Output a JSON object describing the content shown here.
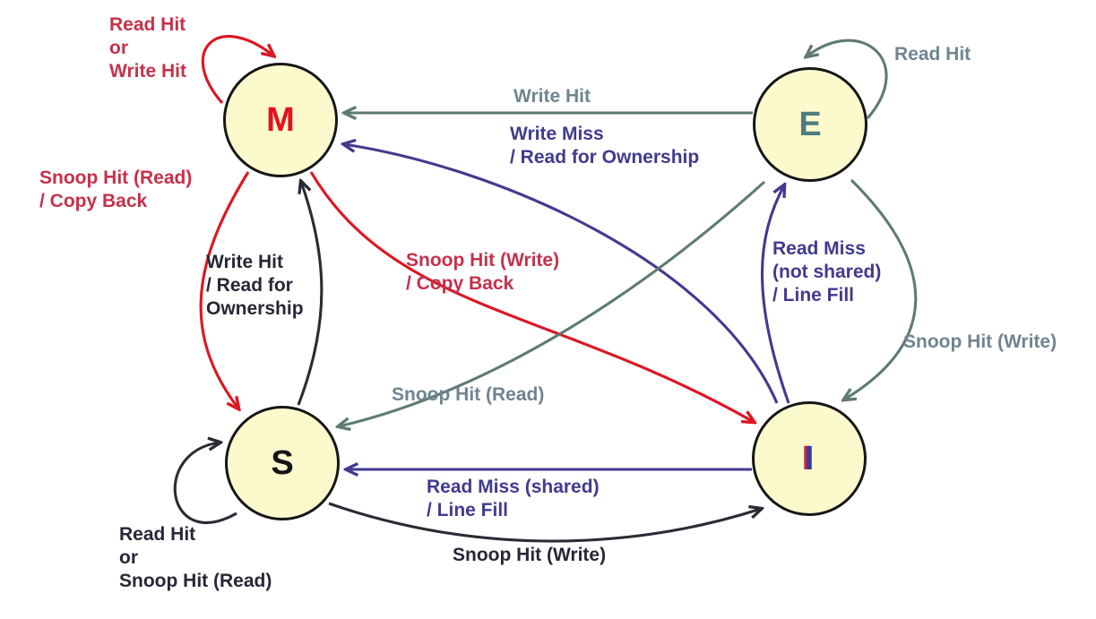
{
  "colors": {
    "red_arrow": "#DE1522",
    "crimson_text": "#C5314B",
    "purple": "#423A90",
    "gray_arrow": "#5E7A74",
    "gray_text": "#6F8490",
    "black": "#2B2B35",
    "black_text": "#272737",
    "node_fill": "#FCFACD",
    "node_border": "#161616",
    "m_red": "#E8101E",
    "e_teal": "#4E7B82",
    "s_black": "#131318",
    "i_blue": "#3A3AA0",
    "i_red_shadow": "#C0293B"
  },
  "nodes": [
    {
      "id": "m",
      "letter": "M",
      "color": "m_red"
    },
    {
      "id": "e",
      "letter": "E",
      "color": "e_teal"
    },
    {
      "id": "s",
      "letter": "S",
      "color": "s_black"
    },
    {
      "id": "i",
      "letter": "I",
      "color": "i_blue",
      "shadow": "i_red_shadow"
    }
  ],
  "edges": [
    {
      "id": "m-self",
      "from": "M",
      "to": "M",
      "arrow_color": "red_arrow",
      "label_color": "crimson_text",
      "label_lines": [
        "Read Hit",
        "or",
        "Write Hit"
      ]
    },
    {
      "id": "e-to-m",
      "from": "E",
      "to": "M",
      "arrow_color": "gray_arrow",
      "label_color": "gray_text",
      "label_lines": [
        "Write Hit"
      ]
    },
    {
      "id": "i-to-m",
      "from": "I",
      "to": "M",
      "arrow_color": "purple",
      "label_color": "purple",
      "label_lines": [
        "Write Miss",
        "/ Read for Ownership"
      ]
    },
    {
      "id": "e-self",
      "from": "E",
      "to": "E",
      "arrow_color": "gray_arrow",
      "label_color": "gray_text",
      "label_lines": [
        "Read Hit"
      ]
    },
    {
      "id": "m-to-s",
      "from": "M",
      "to": "S",
      "arrow_color": "red_arrow",
      "label_color": "crimson_text",
      "label_lines": [
        "Snoop Hit (Read)",
        "/ Copy Back"
      ]
    },
    {
      "id": "s-to-m",
      "from": "S",
      "to": "M",
      "arrow_color": "black",
      "label_color": "black_text",
      "label_lines": [
        "Write Hit",
        "/ Read for",
        "Ownership"
      ]
    },
    {
      "id": "m-to-i",
      "from": "M",
      "to": "I",
      "arrow_color": "red_arrow",
      "label_color": "crimson_text",
      "label_lines": [
        "Snoop Hit (Write)",
        "/ Copy Back"
      ]
    },
    {
      "id": "i-to-e",
      "from": "I",
      "to": "E",
      "arrow_color": "purple",
      "label_color": "purple",
      "label_lines": [
        "Read Miss",
        "(not shared)",
        "/ Line Fill"
      ]
    },
    {
      "id": "e-to-i",
      "from": "E",
      "to": "I",
      "arrow_color": "gray_arrow",
      "label_color": "gray_text",
      "label_lines": [
        "Snoop Hit (Write)"
      ]
    },
    {
      "id": "e-to-s",
      "from": "E",
      "to": "S",
      "arrow_color": "gray_arrow",
      "label_color": "gray_text",
      "label_lines": [
        "Snoop Hit (Read)"
      ]
    },
    {
      "id": "i-to-s",
      "from": "I",
      "to": "S",
      "arrow_color": "purple",
      "label_color": "purple",
      "label_lines": [
        "Read Miss (shared)",
        "/ Line Fill"
      ]
    },
    {
      "id": "s-to-i",
      "from": "S",
      "to": "I",
      "arrow_color": "black",
      "label_color": "black_text",
      "label_lines": [
        "Snoop Hit (Write)"
      ]
    },
    {
      "id": "s-self",
      "from": "S",
      "to": "S",
      "arrow_color": "black",
      "label_color": "black_text",
      "label_lines": [
        "Read Hit",
        "or",
        "Snoop Hit (Read)"
      ]
    }
  ]
}
